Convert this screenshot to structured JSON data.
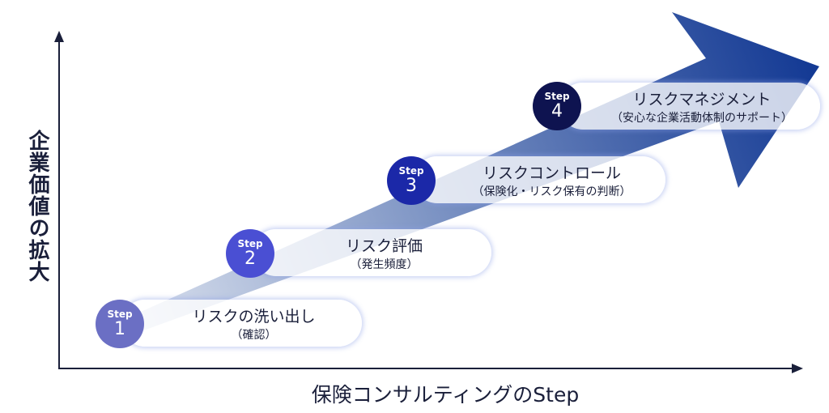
{
  "axes": {
    "y_label": "企業価値の拡大",
    "x_label": "保険コンサルティングのStep"
  },
  "steps": [
    {
      "step_label": "Step",
      "number": "1",
      "title": "リスクの洗い出し",
      "subtitle": "（確認）",
      "color": "#6b6fc4"
    },
    {
      "step_label": "Step",
      "number": "2",
      "title": "リスク評価",
      "subtitle": "（発生頻度）",
      "color": "#4a4fd3"
    },
    {
      "step_label": "Step",
      "number": "3",
      "title": "リスクコントロール",
      "subtitle": "（保険化・リスク保有の判断）",
      "color": "#1b28a8"
    },
    {
      "step_label": "Step",
      "number": "4",
      "title": "リスクマネジメント",
      "subtitle": "（安心な企業活動体制のサポート）",
      "color": "#0e1350"
    }
  ],
  "colors": {
    "axis": "#1a1f3a",
    "arrow_start": "#d3dbea",
    "arrow_end": "#163a92"
  }
}
